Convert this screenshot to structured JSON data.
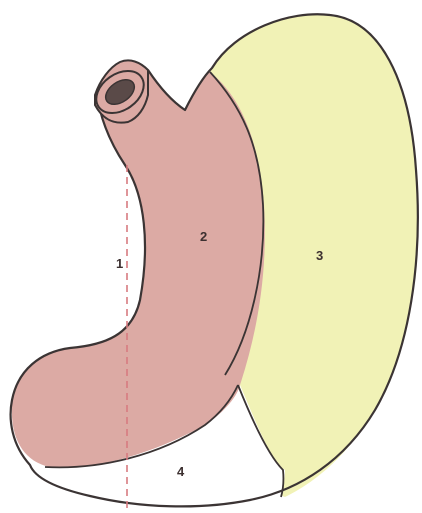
{
  "diagram": {
    "labels": {
      "region_1": "1",
      "region_2": "2",
      "region_3": "3",
      "region_4": "4"
    },
    "colors": {
      "outline": "#3b3434",
      "pink_region": "#dcaaa4",
      "yellow_region": "#f1f2b6",
      "white_region": "#ffffff",
      "dashed_line": "#d77b80",
      "inner_tube": "#5a4a48"
    }
  }
}
